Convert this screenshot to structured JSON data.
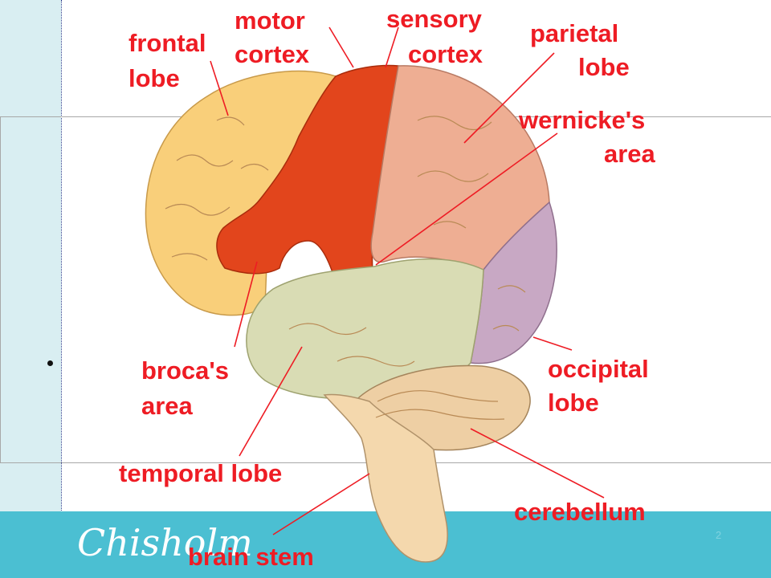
{
  "slide": {
    "number": "2"
  },
  "logo": {
    "text": "Chisholm"
  },
  "labels": {
    "frontal_1": "frontal",
    "frontal_2": "lobe",
    "motor_1": "motor",
    "motor_2": "cortex",
    "sensory_1": "sensory",
    "sensory_2": "cortex",
    "parietal_1": "parietal",
    "parietal_2": "lobe",
    "wernicke_1": "wernicke's",
    "wernicke_2": "area",
    "broca_1": "broca's",
    "broca_2": "area",
    "occipital_1": "occipital",
    "occipital_2": "lobe",
    "temporal": "temporal lobe",
    "cerebellum": "cerebellum",
    "brainstem": "brain stem"
  },
  "colors": {
    "frontal": "#f9cf7a",
    "motor": "#e2451c",
    "parietal": "#eeae93",
    "temporal": "#d9dcb4",
    "occipital": "#c8a8c4",
    "cerebellum": "#eecfa4",
    "brainstem": "#f4d8ad",
    "label": "#ee1c24",
    "footer": "#4bbfd2"
  }
}
